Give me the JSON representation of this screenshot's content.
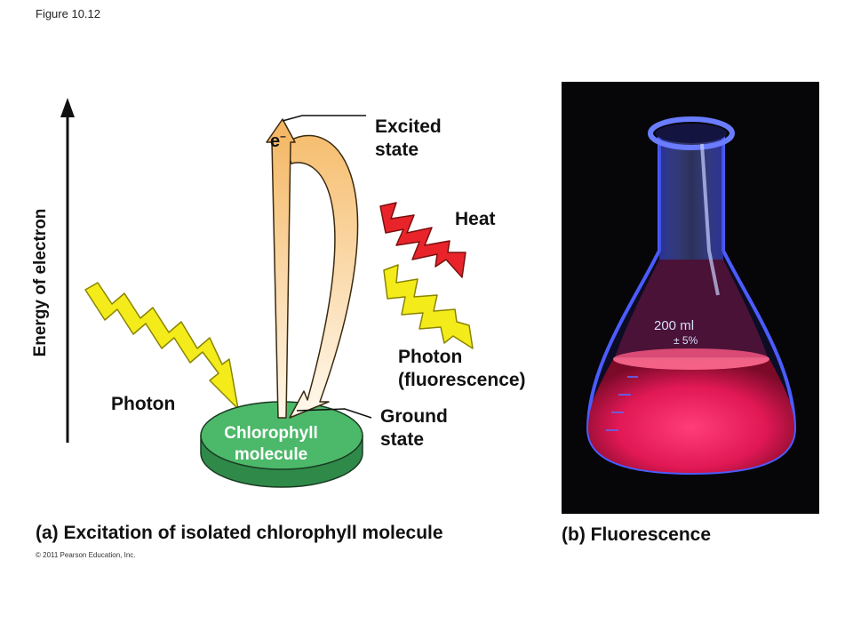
{
  "figure_label": "Figure 10.12",
  "axis_label": "Energy of electron",
  "labels": {
    "excited_state_line1": "Excited",
    "excited_state_line2": "state",
    "heat": "Heat",
    "photon_fluorescence_line1": "Photon",
    "photon_fluorescence_line2": "(fluorescence)",
    "ground_state_line1": "Ground",
    "ground_state_line2": "state",
    "photon": "Photon",
    "chlorophyll_line1": "Chlorophyll",
    "chlorophyll_line2": "molecule",
    "electron": "e",
    "electron_charge": "–"
  },
  "captions": {
    "part_a": "(a) Excitation of isolated chlorophyll molecule",
    "part_b": "(b) Fluorescence"
  },
  "flask_marks": {
    "volume": "200 ml",
    "tolerance": "± 5%"
  },
  "copyright": "© 2011 Pearson Education, Inc.",
  "colors": {
    "disc": "#4cb86a",
    "disc_edge": "#2f8a4a",
    "excitation_arrow": "#f6c276",
    "heat_arrow": "#e8242a",
    "photon_arrow": "#f3ec1a",
    "fluorescence_glow": "#ff2a6a",
    "glass_glow": "#5c6cff"
  }
}
